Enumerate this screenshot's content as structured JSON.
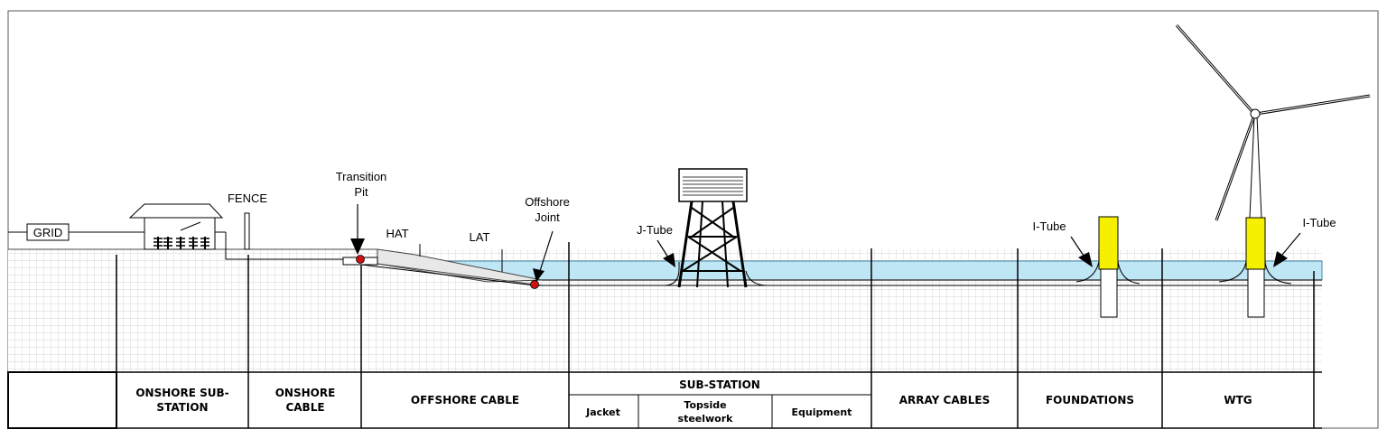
{
  "labels": {
    "grid": "GRID",
    "fence": "FENCE",
    "transition_pit_1": "Transition",
    "transition_pit_2": "Pit",
    "hat": "HAT",
    "lat": "LAT",
    "offshore_joint_1": "Offshore",
    "offshore_joint_2": "Joint",
    "j_tube": "J-Tube",
    "i_tube_1": "I-Tube",
    "i_tube_2": "I-Tube"
  },
  "sections": {
    "onshore_substation_1": "ONSHORE SUB-",
    "onshore_substation_2": "STATION",
    "onshore_cable_1": "ONSHORE",
    "onshore_cable_2": "CABLE",
    "offshore_cable": "OFFSHORE CABLE",
    "substation": "SUB-STATION",
    "jacket": "Jacket",
    "topside_1": "Topside",
    "topside_2": "steelwork",
    "equipment": "Equipment",
    "array_cables": "ARRAY CABLES",
    "foundations": "FOUNDATIONS",
    "wtg": "WTG"
  },
  "colors": {
    "sea": "#bfe6f5",
    "ground": "#ffffff",
    "grid_line": "#c8c8c8",
    "yellow": "#f5f000",
    "joint": "#d01010"
  }
}
